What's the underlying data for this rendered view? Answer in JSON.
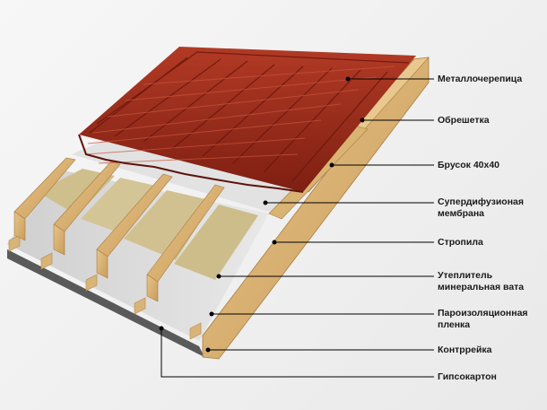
{
  "labels": {
    "metal_tile": "Металлочерепица",
    "battens": "Обрешетка",
    "bar": "Брусок 40х40",
    "membrane_l1": "Супердифузионая",
    "membrane_l2": "мембрана",
    "rafters": "Стропила",
    "insulation_l1": "Утеплитель",
    "insulation_l2": "минеральная вата",
    "vapor_l1": "Пароизоляционная",
    "vapor_l2": "пленка",
    "counter_batten": "Контррейка",
    "drywall": "Гипсокартон"
  },
  "colors": {
    "tile": "#9b2a1a",
    "tile_light": "#b8412b",
    "wood": "#dcb77a",
    "wood_dark": "#c79b58",
    "insulation": "#d6c79a",
    "membrane": "#e6e6e6",
    "film": "#d9d9d9",
    "drywall_edge": "#4a4a4a",
    "leader": "#000000"
  }
}
